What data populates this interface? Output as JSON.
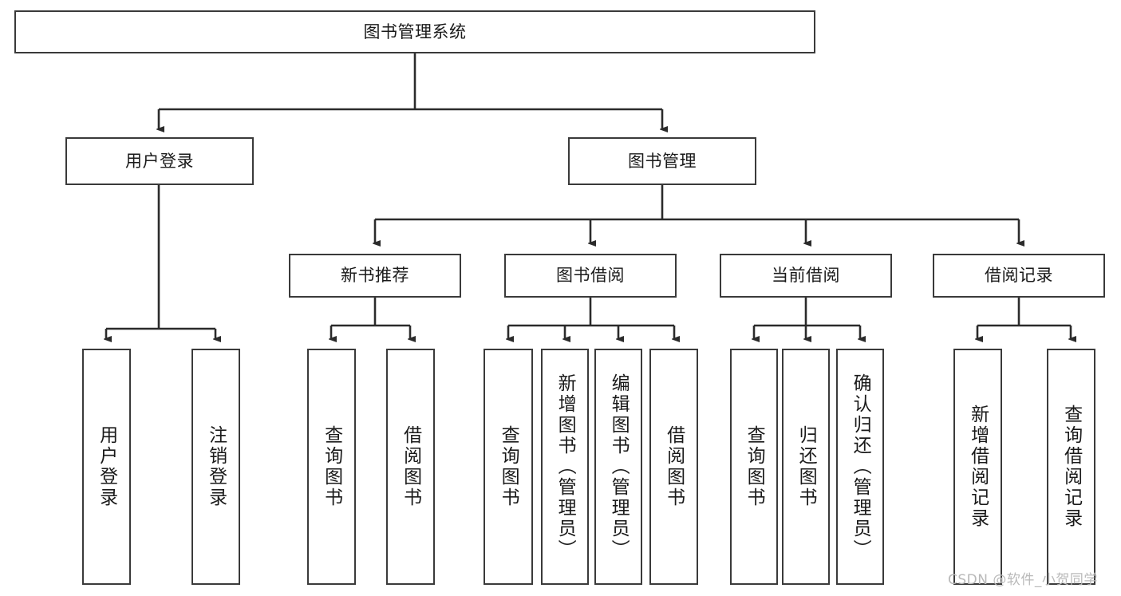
{
  "diagram": {
    "title": "图书管理系统",
    "type": "tree-hierarchy",
    "watermark": "CSDN @软件_小贺同学",
    "colors": {
      "box_border": "#3a3a3a",
      "box_fill": "#ffffff",
      "connector": "#2b2b2b",
      "text": "#1a1a1a",
      "watermark": "#b9b9b9"
    },
    "levels": {
      "root": {
        "label": "图书管理系统"
      },
      "level1": [
        {
          "label": "用户登录"
        },
        {
          "label": "图书管理"
        }
      ],
      "level2": [
        {
          "label": "新书推荐"
        },
        {
          "label": "图书借阅"
        },
        {
          "label": "当前借阅"
        },
        {
          "label": "借阅记录"
        }
      ],
      "leaves": {
        "user_login": [
          {
            "label": "用户登录"
          },
          {
            "label": "注销登录"
          }
        ],
        "new_book_recommend": [
          {
            "label": "查询图书"
          },
          {
            "label": "借阅图书"
          }
        ],
        "book_borrow": [
          {
            "label": "查询图书"
          },
          {
            "label": "新增图书（管理员）"
          },
          {
            "label": "编辑图书（管理员）"
          },
          {
            "label": "借阅图书"
          }
        ],
        "current_borrow": [
          {
            "label": "查询图书"
          },
          {
            "label": "归还图书"
          },
          {
            "label": "确认归还（管理员）"
          }
        ],
        "borrow_record": [
          {
            "label": "新增借阅记录"
          },
          {
            "label": "查询借阅记录"
          }
        ]
      }
    }
  }
}
